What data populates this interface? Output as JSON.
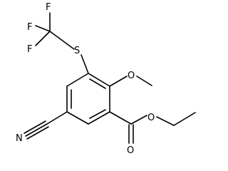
{
  "diagram": {
    "type": "chemical-structure",
    "atoms": {
      "fluorine_top": "F",
      "fluorine_left_upper": "F",
      "fluorine_left_lower": "F",
      "sulfur": "S",
      "methoxy_oxygen": "O",
      "ester_ether_oxygen": "O",
      "carbonyl_oxygen": "O",
      "nitrile_nitrogen": "N"
    },
    "colors": {
      "bond": "#000000",
      "label": "#000000",
      "background": "#ffffff"
    }
  }
}
